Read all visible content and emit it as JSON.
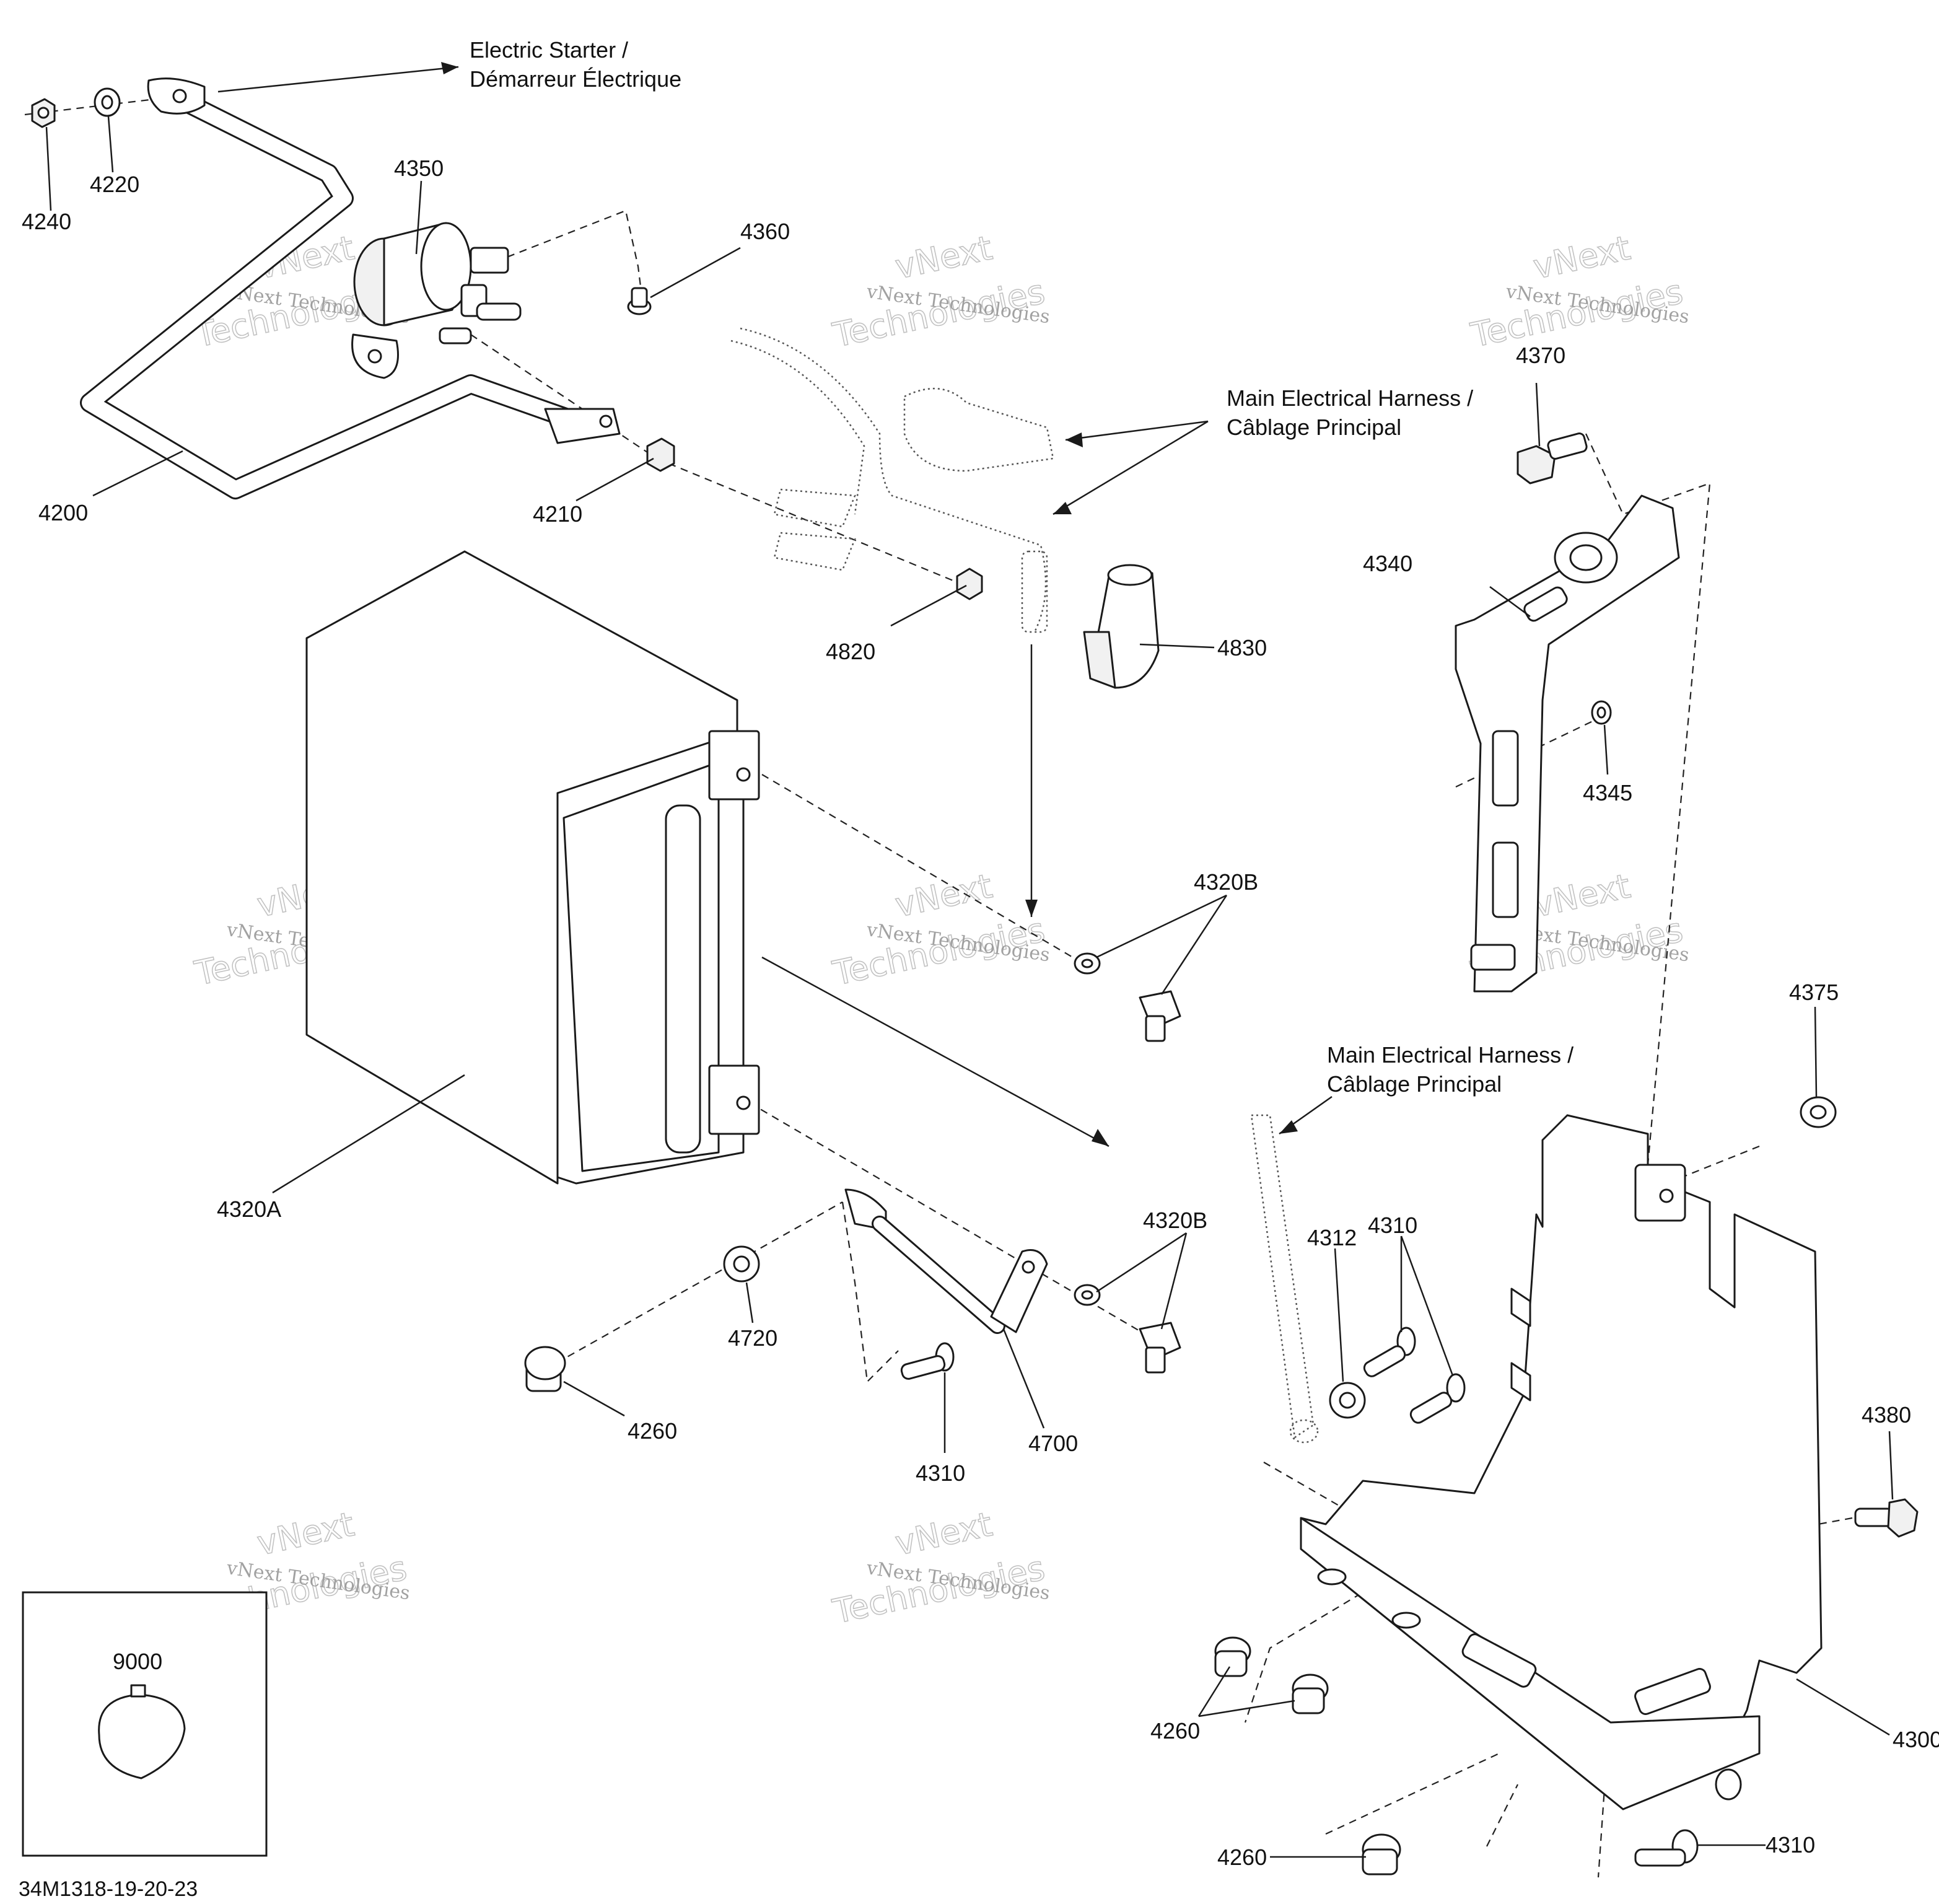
{
  "diagram": {
    "code": "34M1318-19-20-23",
    "callouts": {
      "electric_starter": [
        "Electric Starter /",
        "Démarreur Électrique"
      ],
      "harness_upper": [
        "Main Electrical Harness /",
        "Câblage Principal"
      ],
      "harness_lower": [
        "Main Electrical Harness /",
        "Câblage Principal"
      ]
    },
    "part_numbers": {
      "p4240": "4240",
      "p4220": "4220",
      "p4350": "4350",
      "p4360": "4360",
      "p4200": "4200",
      "p4210": "4210",
      "p4370": "4370",
      "p4340": "4340",
      "p4820": "4820",
      "p4830": "4830",
      "p4345": "4345",
      "p4320b_upper": "4320B",
      "p4375": "4375",
      "p4320a": "4320A",
      "p4320b_lower": "4320B",
      "p4312": "4312",
      "p4310_right": "4310",
      "p4720": "4720",
      "p4260_left": "4260",
      "p4700": "4700",
      "p4310_mid": "4310",
      "p4380": "4380",
      "p9000": "9000",
      "p4260_right": "4260",
      "p4300": "4300",
      "p4260_bottom": "4260",
      "p4310_bottom": "4310"
    },
    "watermark": {
      "line_small": "vNext Technologies",
      "line_big": "Technologies",
      "line_top": "vNext"
    }
  }
}
